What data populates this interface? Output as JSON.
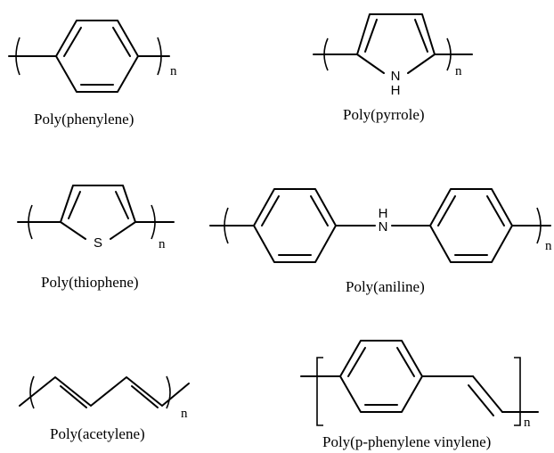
{
  "polymers": [
    {
      "id": "phenylene",
      "caption": "Poly(phenylene)",
      "repeat": "n"
    },
    {
      "id": "pyrrole",
      "caption": "Poly(pyrrole)",
      "repeat": "n",
      "heteroatom": "N",
      "hydrogen": "H"
    },
    {
      "id": "thiophene",
      "caption": "Poly(thiophene)",
      "repeat": "n",
      "heteroatom": "S"
    },
    {
      "id": "aniline",
      "caption": "Poly(aniline)",
      "repeat": "n",
      "heteroatom": "N",
      "hydrogen": "H"
    },
    {
      "id": "acetylene",
      "caption": "Poly(acetylene)",
      "repeat": "n"
    },
    {
      "id": "ppv",
      "caption": "Poly(p-phenylene vinylene)",
      "repeat": "n"
    }
  ]
}
